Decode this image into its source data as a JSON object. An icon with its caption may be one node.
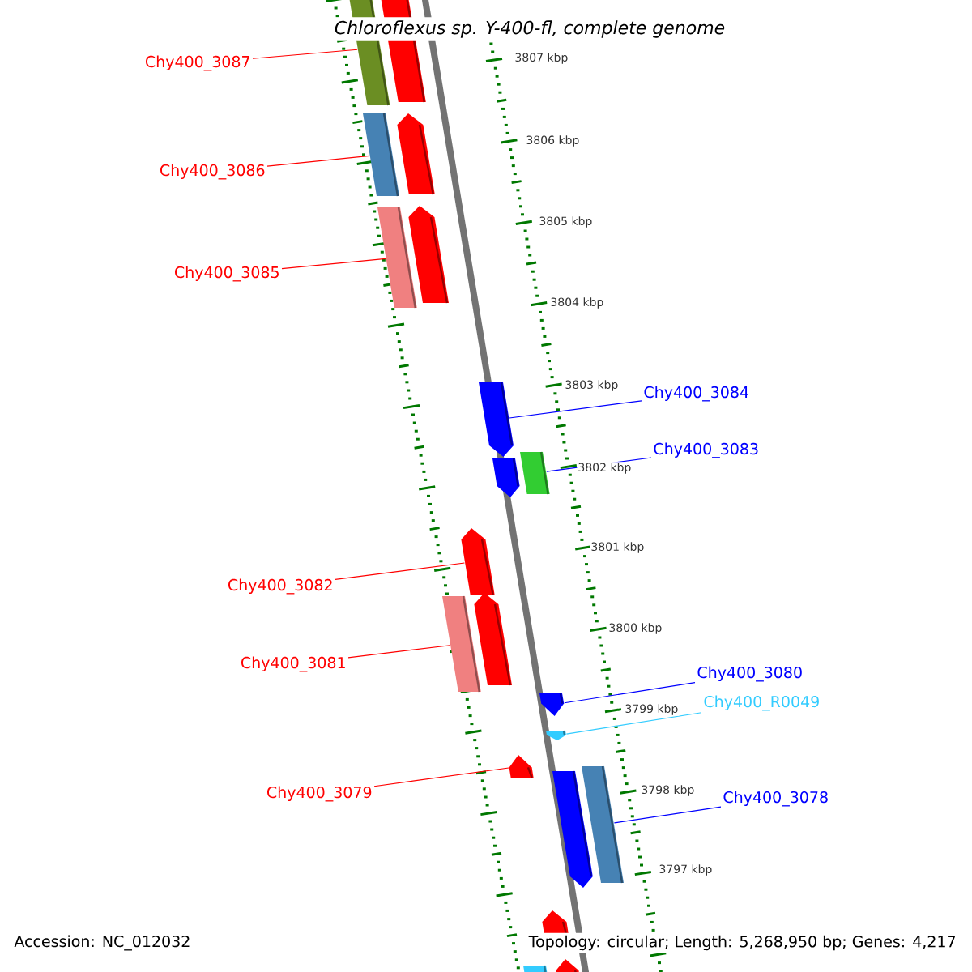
{
  "diagram": {
    "title": "Chloroflexus sp. Y-400-fl, complete genome",
    "nodes": [
      {
        "text": [
          "Chy400_3087"
        ]
      },
      {
        "text": [
          "Chy400_3086"
        ]
      },
      {
        "text": [
          "Chy400_3085"
        ]
      },
      {
        "text": [
          "Chy400_3084"
        ]
      },
      {
        "text": [
          "Chy400_3083"
        ]
      },
      {
        "text": [
          "Chy400_3082"
        ]
      },
      {
        "text": [
          "Chy400_3081"
        ]
      },
      {
        "text": [
          "Chy400_3080"
        ]
      },
      {
        "text": [
          "Chy400_R0049"
        ]
      },
      {
        "text": [
          "Chy400_3079"
        ]
      },
      {
        "text": [
          "Chy400_3078"
        ]
      },
      {
        "text": [],
        "shape": "bar"
      },
      {
        "text": [],
        "shape": "bar"
      },
      {
        "text": [],
        "shape": "bar"
      },
      {
        "text": [],
        "shape": "bar"
      },
      {
        "text": [],
        "shape": "bar"
      },
      {
        "text": [],
        "shape": "bar"
      },
      {
        "text": [],
        "shape": "bar"
      },
      {
        "text": [],
        "shape": "bar"
      },
      {
        "text": [],
        "shape": "bar"
      },
      {
        "text": [],
        "shape": "bar"
      },
      {
        "text": [],
        "shape": "bar"
      },
      {
        "text": [],
        "shape": "bar"
      },
      {
        "text": [],
        "shape": "bar"
      },
      {
        "text": [],
        "shape": "bar"
      },
      {
        "text": [],
        "shape": "bar"
      },
      {
        "text": [],
        "shape": "bar"
      },
      {
        "text": [],
        "shape": "bar"
      },
      {
        "text": [],
        "shape": "bar"
      },
      {
        "text": [],
        "shape": "bar"
      },
      {
        "text": [],
        "shape": "bar"
      }
    ],
    "edges": [
      {
        "from": 0,
        "to": 11,
        "arrow": "none"
      },
      {
        "from": 1,
        "to": 13,
        "arrow": "none"
      },
      {
        "from": 2,
        "to": 15,
        "arrow": "none"
      },
      {
        "from": 3,
        "to": 17,
        "arrow": "none",
        "color": "#0000ff"
      },
      {
        "from": 4,
        "to": 19,
        "arrow": "none",
        "color": "#0000ff"
      },
      {
        "from": 5,
        "to": 20,
        "arrow": "none"
      },
      {
        "from": 6,
        "to": 21,
        "arrow": "none"
      },
      {
        "from": 7,
        "to": 23,
        "arrow": "none",
        "color": "#0000ff"
      },
      {
        "from": 8,
        "to": 24,
        "arrow": "none",
        "color": "#33ccff"
      },
      {
        "from": 9,
        "to": 25,
        "arrow": "none"
      },
      {
        "from": 10,
        "to": 27,
        "arrow": "none",
        "color": "#0000ff"
      }
    ],
    "labels": [
      "3807 kbp",
      "3806 kbp",
      "3805 kbp",
      "3804 kbp",
      "3803 kbp",
      "3802 kbp",
      "3801 kbp",
      "3800 kbp",
      "3799 kbp",
      "3798 kbp",
      "3797 kbp",
      "Accession: NC_012032",
      "Topology: circular; Length: 5,268,950 bp; Genes: 4,217"
    ]
  }
}
